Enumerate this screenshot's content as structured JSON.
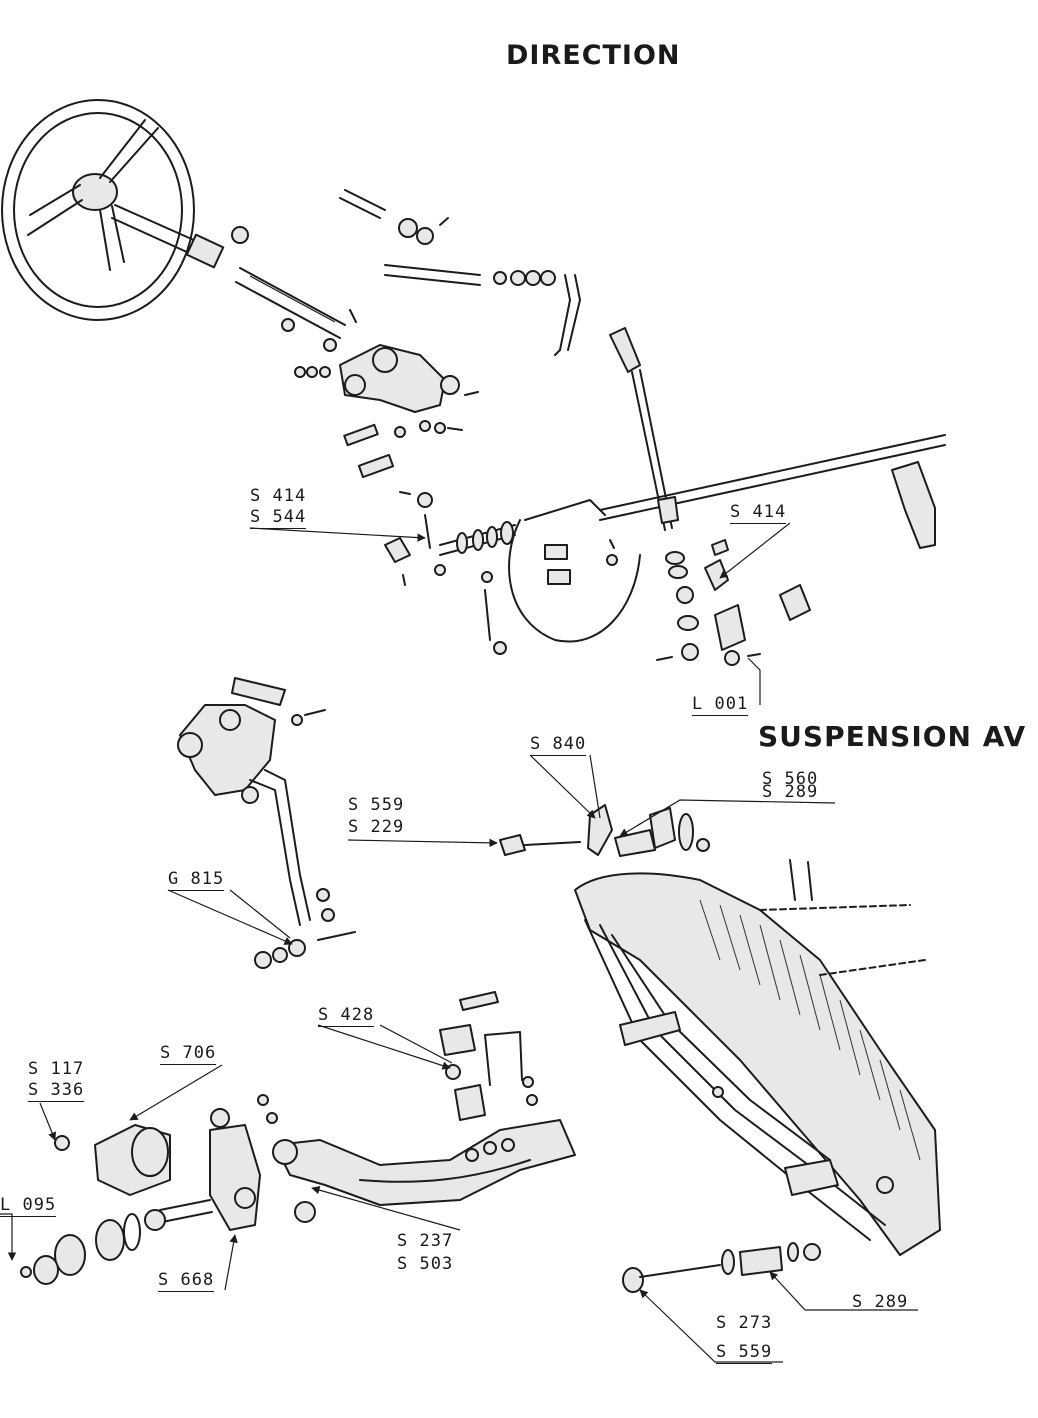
{
  "titles": {
    "direction": "DIRECTION",
    "suspension": "SUSPENSION AV"
  },
  "labels": {
    "s414_a": "S 414",
    "s544": "S 544",
    "s414_b": "S 414",
    "l001": "L 001",
    "s840": "S 840",
    "s560": "S 560",
    "s289_a": "S 289",
    "s559_a": "S 559",
    "s229": "S 229",
    "g815": "G 815",
    "s428": "S 428",
    "s706": "S 706",
    "s117": "S 117",
    "s336": "S 336",
    "l095": "L 095",
    "s668": "S 668",
    "s237": "S 237",
    "s503": "S 503",
    "s289_b": "S 289",
    "s273": "S 273",
    "s559_b": "S 559"
  }
}
